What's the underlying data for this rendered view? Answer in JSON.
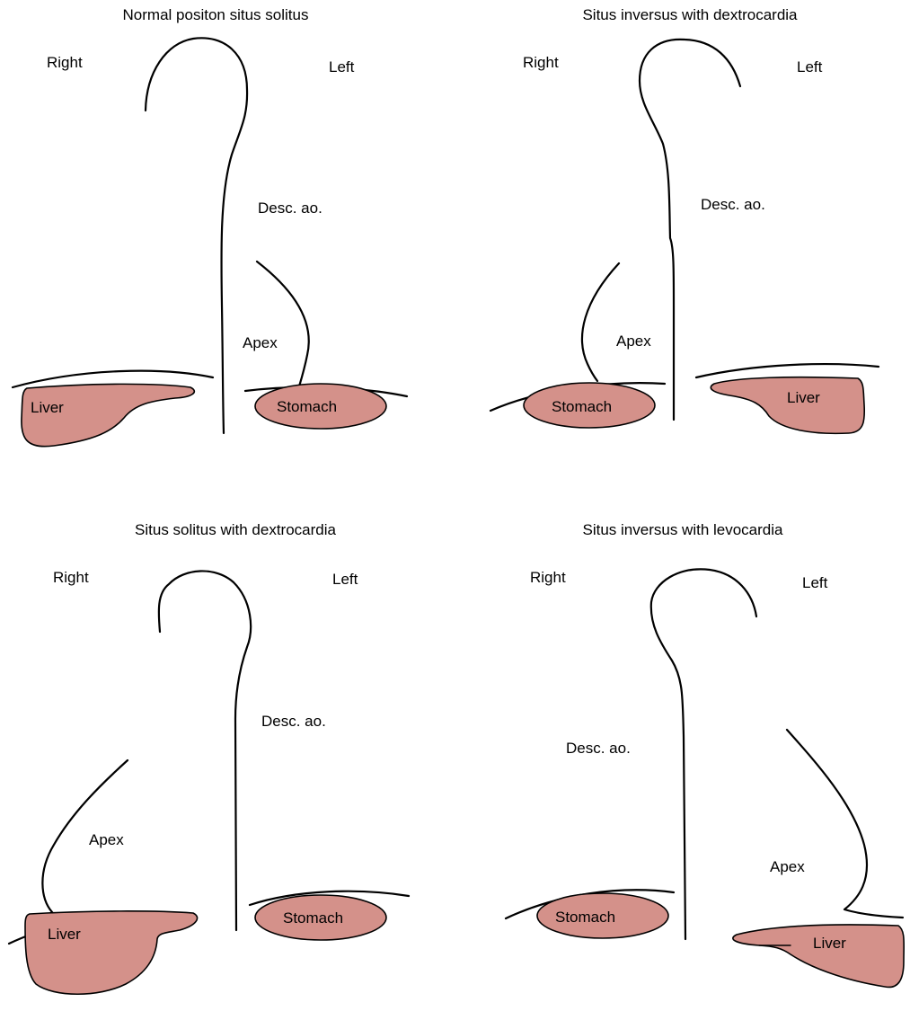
{
  "colors": {
    "organ_fill": "#d4918a",
    "stroke": "#000000",
    "background": "#ffffff"
  },
  "panels": [
    {
      "title": "Normal positon situs solitus",
      "right": "Right",
      "left": "Left",
      "aorta": "Desc. ao.",
      "apex": "Apex",
      "liver": "Liver",
      "stomach": "Stomach"
    },
    {
      "title": "Situs inversus with dextrocardia",
      "right": "Right",
      "left": "Left",
      "aorta": "Desc. ao.",
      "apex": "Apex",
      "liver": "Liver",
      "stomach": "Stomach"
    },
    {
      "title": "Situs solitus with dextrocardia",
      "right": "Right",
      "left": "Left",
      "aorta": "Desc. ao.",
      "apex": "Apex",
      "liver": "Liver",
      "stomach": "Stomach"
    },
    {
      "title": "Situs inversus with levocardia",
      "right": "Right",
      "left": "Left",
      "aorta": "Desc. ao.",
      "apex": "Apex",
      "liver": "Liver",
      "stomach": "Stomach"
    }
  ]
}
